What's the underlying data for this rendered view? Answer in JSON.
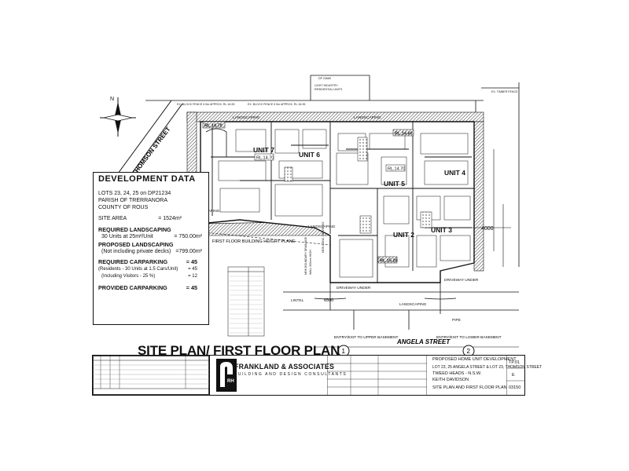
{
  "sheet": {
    "title": "SITE PLAN/ FIRST FLOOR PLAN",
    "streets": {
      "thomson": "THOMSON STREET",
      "angela": "ANGELA STREET"
    },
    "section_markers": [
      "1",
      "2"
    ],
    "units": [
      "UNIT 7",
      "UNIT 6",
      "UNIT 5",
      "UNIT 4",
      "UNIT 3",
      "UNIT 2"
    ],
    "levels": [
      "RL.14.70",
      "RL.14.70",
      "RL.14.60",
      "RL.14.70",
      "RL.15.20"
    ],
    "labels": {
      "landscaping": "LANDSCAPING",
      "first_floor_height_plane": "FIRST FLOOR BUILDING HEIGHT PLANE",
      "driveway_under_left": "DRIVEWAY UNDER",
      "driveway_under_right": "DRIVEWAY UNDER",
      "entry_upper": "ENTRY/EXIT TO UPPER BASEMENT",
      "entry_lower": "ENTRY/EXIT TO LOWER BASEMENT",
      "dim_4000": "4000",
      "dim_6500": "6500",
      "pipe": "PIPE",
      "lintel": "LINTEL"
    }
  },
  "development_data": {
    "title": "DEVELOPMENT  DATA",
    "lots": "LOTS 23, 24, 25 on DP21234",
    "parish": "PARISH OF TRERRANORA",
    "county": "COUNTY OF ROUS",
    "site_area_label": "SITE AREA",
    "site_area_value": "= 1524m²",
    "req_landscaping_label": "REQUIRED LANDSCAPING",
    "req_landscaping_calc": "30 Units at 25m²/Unit",
    "req_landscaping_value": "= 750.00m²",
    "prop_landscaping_label": "PROPOSED LANDSCAPING",
    "prop_landscaping_note": "(Not including private decks)",
    "prop_landscaping_value": "=799.00m²",
    "req_carparking_label": "REQUIRED CARPARKING",
    "req_carparking_value": "= 45",
    "residents_label": "(Residents - 30 Units at 1.5 Cars/Unit)",
    "residents_value": "= 45",
    "visitors_label": "(Including Visitors - 25 %)",
    "visitors_value": "= 12",
    "prov_carparking_label": "PROVIDED CARPARKING",
    "prov_carparking_value": "= 45"
  },
  "title_block": {
    "firm_name": "FRANKLAND & ASSOCIATES",
    "firm_sub": "BUILDING  AND  DESIGN  CONSULTANTS",
    "logo_text": "RH",
    "project_line1": "PROPOSED HOME UNIT DEVELOPMENT",
    "project_line2": "LOT 23, 25 ANGELA STREET & LOT 23, THOMSON STREET",
    "project_line3": "TWEED HEADS - N.S.W.",
    "project_line4": "KEITH DAVIDSON",
    "drawing_title": "SITE PLAN AND FIRST FLOOR PLAN",
    "sheet_no": "TP.01",
    "revision": "E",
    "job_no": "03150"
  },
  "colors": {
    "ink": "#111111",
    "hatch": "#555555",
    "paper": "#ffffff"
  }
}
